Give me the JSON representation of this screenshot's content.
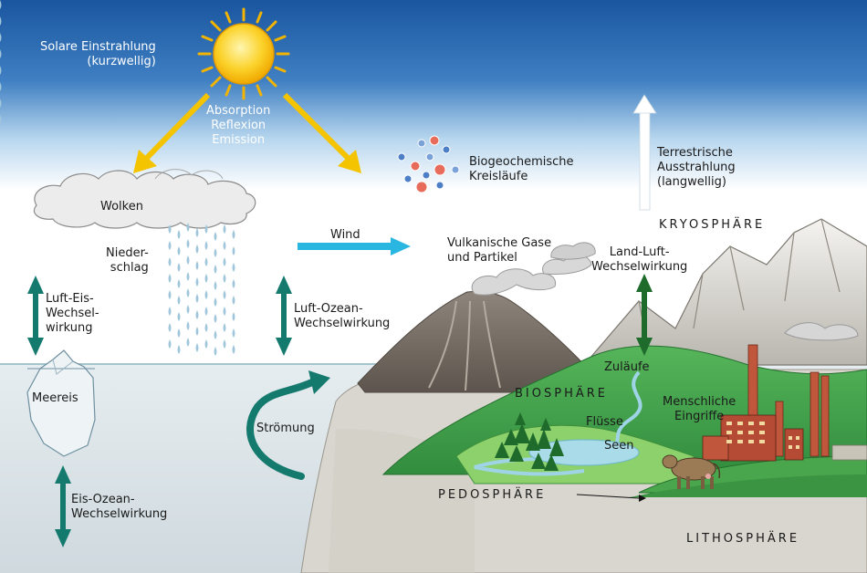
{
  "labels": {
    "solar": "Solare Einstrahlung\n(kurzwellig)",
    "absorption": "Absorption\nReflexion\nEmission",
    "biogeo": "Biogeochemische\nKreisläufe",
    "terrestrial": "Terrestrische\nAusstrahlung\n(langwellig)",
    "wolken": "Wolken",
    "niederschlag": "Nieder-\nschlag",
    "wind": "Wind",
    "vulkan": "Vulkanische Gase\nund Partikel",
    "kryosphaere": "KRYOSPHÄRE",
    "land_luft": "Land-Luft-\nWechselwirkung",
    "luft_eis": "Luft-Eis-\nWechsel-\nwirkung",
    "luft_ozean": "Luft-Ozean-\nWechselwirkung",
    "meereis": "Meereis",
    "stroemung": "Strömung",
    "eis_ozean": "Eis-Ozean-\nWechselwirkung",
    "biosphaere": "BIOSPHÄRE",
    "zulaeufe": "Zuläufe",
    "menschliche": "Menschliche\nEingriffe",
    "fluesse": "Flüsse",
    "seen": "Seen",
    "pedosphaere": "PEDOSPHÄRE",
    "lithosphaere": "LITHOSPHÄRE"
  },
  "colors": {
    "sky_top": "#1f5fa8",
    "sky_bottom": "#ffffff",
    "ocean": "#dde6ea",
    "sun": "#f7c21a",
    "solar_arrow": "#f5c400",
    "wind_arrow": "#29b6e0",
    "teal_arrow": "#157a6e",
    "land_arrow": "#1f6b2c",
    "grass": "#3fa34d",
    "rock": "#d9d6cf"
  },
  "icons": [
    "sun-icon",
    "cloud-icon",
    "rain-icon",
    "iceberg-icon",
    "volcano-icon",
    "mountain-icon",
    "tree-icon",
    "factory-icon",
    "cow-icon",
    "molecule-icon"
  ]
}
